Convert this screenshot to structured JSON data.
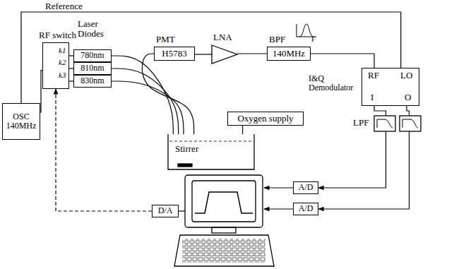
{
  "diagram": {
    "nodes": [
      {
        "text": [
          "OSC 140MHz"
        ]
      },
      {
        "text": [
          "RF switch"
        ]
      },
      {
        "text": [
          "780nm"
        ]
      },
      {
        "text": [
          "810nm"
        ]
      },
      {
        "text": [
          "830nm"
        ]
      },
      {
        "text": [
          "Stirrer"
        ]
      },
      {
        "text": [
          "Oxygen supply"
        ]
      },
      {
        "text": [
          "PMT",
          "H5783"
        ]
      },
      {
        "text": [
          "LNA"
        ]
      },
      {
        "text": [
          "BPF",
          "140MHz"
        ]
      },
      {
        "text": [
          "I&Q Demodulator",
          "RF",
          "LO",
          "I",
          "O"
        ]
      },
      {
        "text": [
          "LPF"
        ]
      },
      {
        "text": [
          "A/D"
        ]
      },
      {
        "text": [
          "A/D"
        ]
      },
      {
        "text": [
          "D/A"
        ]
      }
    ],
    "edges": [
      {
        "from": 0,
        "to": 1,
        "arrow": "none"
      },
      {
        "from": 0,
        "to": 10,
        "label": "Reference",
        "arrow": "none"
      },
      {
        "from": 1,
        "to": 2,
        "arrow": "none"
      },
      {
        "from": 1,
        "to": 3,
        "arrow": "none"
      },
      {
        "from": 1,
        "to": 4,
        "arrow": "none"
      },
      {
        "from": 2,
        "to": 5,
        "arrow": "none"
      },
      {
        "from": 3,
        "to": 5,
        "arrow": "none"
      },
      {
        "from": 4,
        "to": 5,
        "arrow": "none"
      },
      {
        "from": 5,
        "to": 7,
        "arrow": "none"
      },
      {
        "from": 6,
        "to": 5,
        "arrow": "none"
      },
      {
        "from": 7,
        "to": 8,
        "arrow": "none"
      },
      {
        "from": 8,
        "to": 9,
        "arrow": "none"
      },
      {
        "from": 9,
        "to": 10,
        "arrow": "none"
      },
      {
        "from": 10,
        "to": 11,
        "arrow": "none"
      },
      {
        "from": 10,
        "to": 11,
        "arrow": "none"
      },
      {
        "from": 11,
        "to": 12,
        "arrow": "to"
      },
      {
        "from": 11,
        "to": 13,
        "arrow": "to"
      },
      {
        "from": 14,
        "to": 1,
        "arrow": "to"
      }
    ],
    "labels": [
      "Laser Diodes",
      "k1",
      "k2",
      "k3",
      "F"
    ]
  }
}
